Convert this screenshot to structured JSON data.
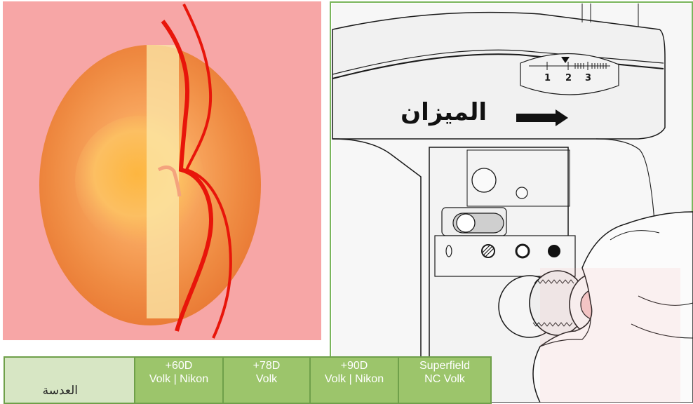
{
  "dial": {
    "numbers": [
      "1",
      "2",
      "3"
    ]
  },
  "arrow_label": "الميزان",
  "table": {
    "row_header": "العدسة",
    "columns": [
      {
        "line1": "+60D",
        "line2": "Volk | Nikon"
      },
      {
        "line1": "+78D",
        "line2": "Volk"
      },
      {
        "line1": "+90D",
        "line2": "Volk | Nikon"
      },
      {
        "line1": "Superfield",
        "line2": "NC Volk"
      }
    ]
  },
  "colors": {
    "background_pink": "#f7a6a6",
    "fundus_orange": "#ee8a3c",
    "slit_beam": "#fbe7a8",
    "contour_red": "#e8150a",
    "table_green": "#9cc56b",
    "table_light": "#d7e6c4",
    "frame_green": "#7ab55c"
  }
}
